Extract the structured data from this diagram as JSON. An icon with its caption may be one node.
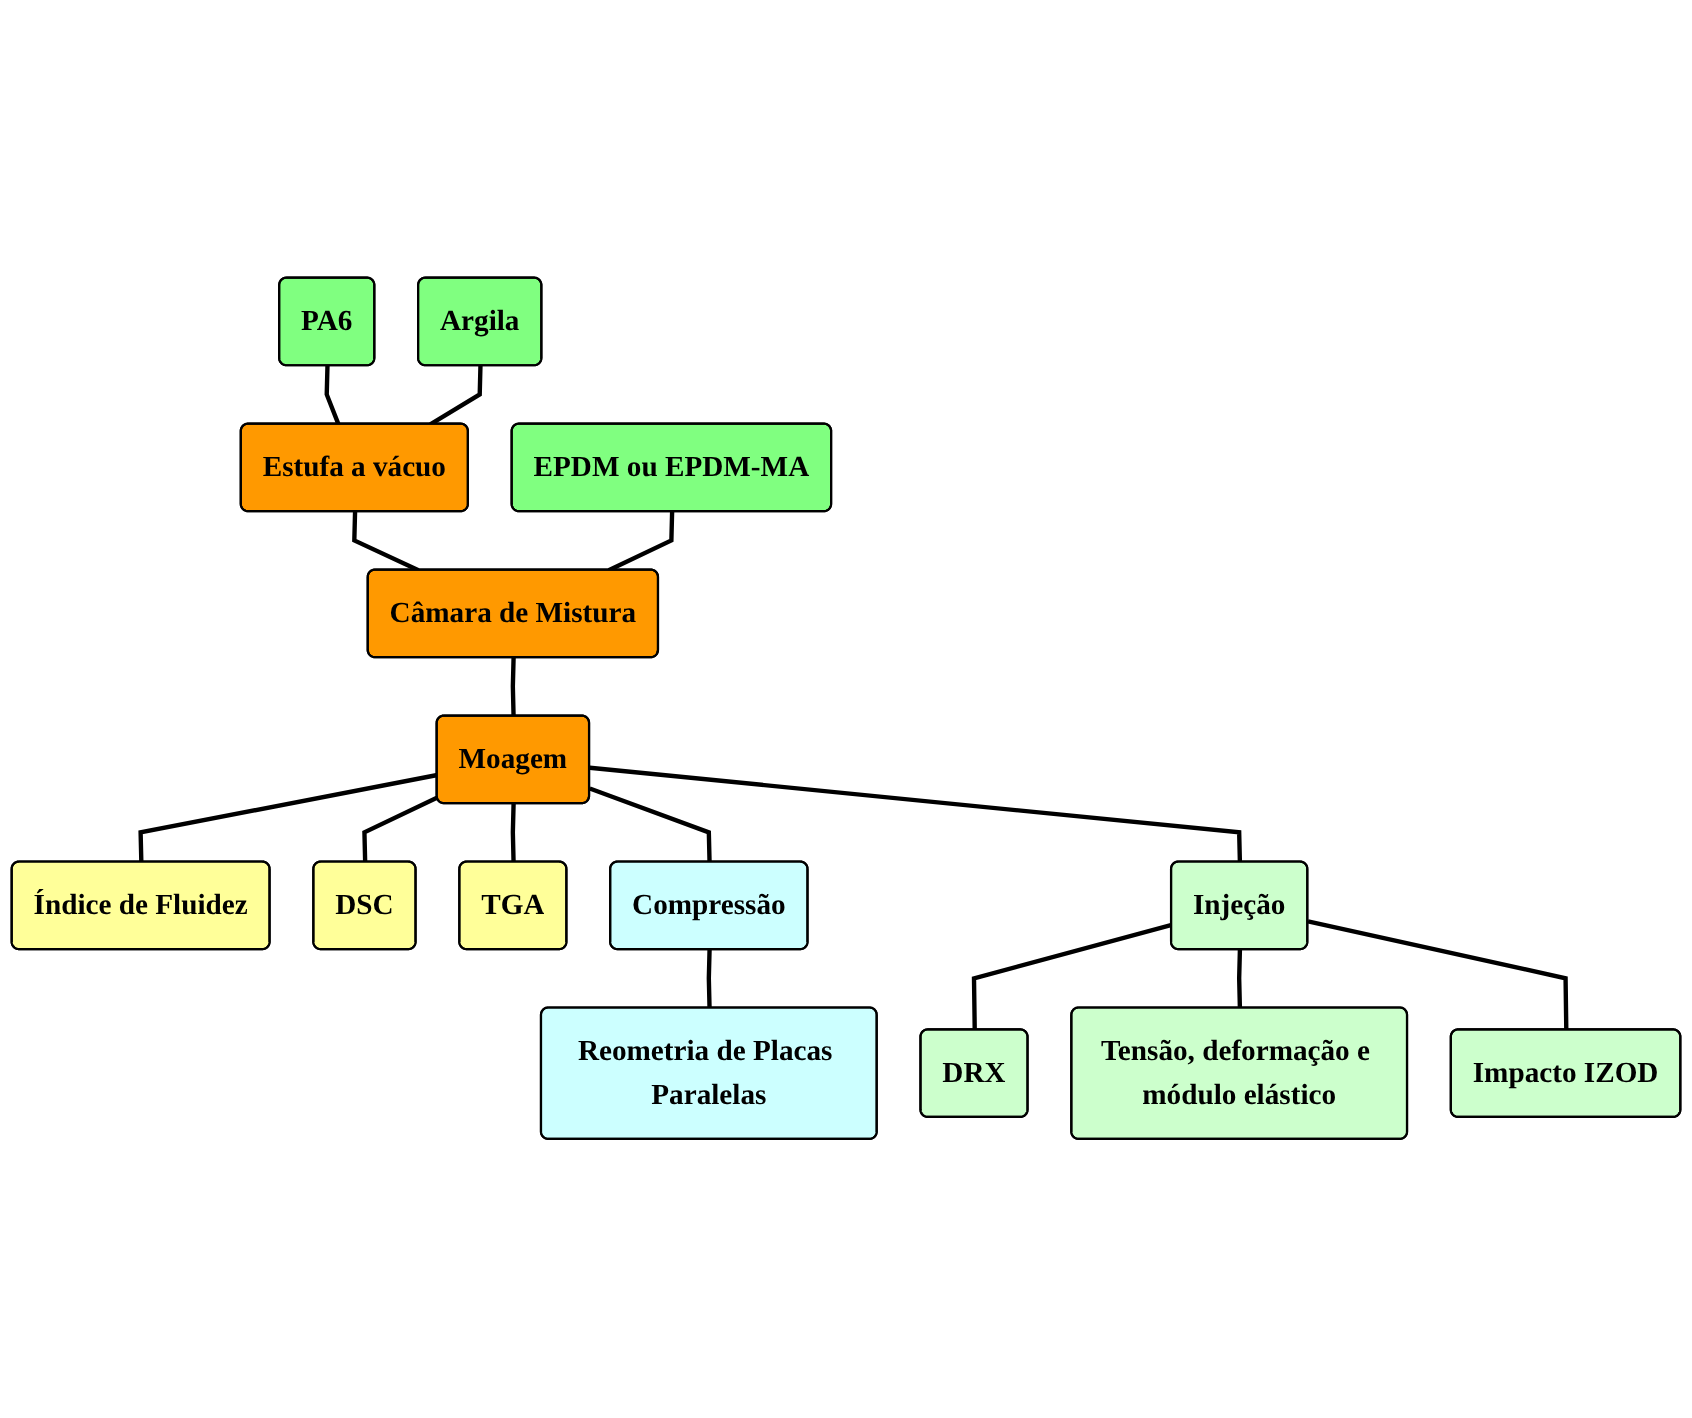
{
  "diagram": {
    "nodes": [
      {
        "text": [
          "PA6"
        ]
      },
      {
        "text": [
          "Argila"
        ]
      },
      {
        "text": [
          "Estufa a vácuo"
        ]
      },
      {
        "text": [
          "EPDM ou EPDM-MA"
        ]
      },
      {
        "text": [
          "Câmara de Mistura"
        ]
      },
      {
        "text": [
          "Moagem"
        ]
      },
      {
        "text": [
          "Índice de Fluidez"
        ]
      },
      {
        "text": [
          "DSC"
        ]
      },
      {
        "text": [
          "TGA"
        ]
      },
      {
        "text": [
          "Compressão"
        ]
      },
      {
        "text": [
          "Injeção"
        ]
      },
      {
        "text": [
          "DRX"
        ]
      },
      {
        "text": [
          "Reometria de Placas Paralelas"
        ]
      },
      {
        "text": [
          "Tensão, deformação e módulo elástico"
        ]
      },
      {
        "text": [
          "Impacto IZOD"
        ]
      }
    ],
    "edges": [
      {
        "from": 0,
        "to": 2,
        "arrow": "none"
      },
      {
        "from": 1,
        "to": 2,
        "arrow": "none"
      },
      {
        "from": 2,
        "to": 4,
        "arrow": "none"
      },
      {
        "from": 3,
        "to": 4,
        "arrow": "none"
      },
      {
        "from": 4,
        "to": 5,
        "arrow": "none"
      },
      {
        "from": 5,
        "to": 6,
        "arrow": "none"
      },
      {
        "from": 5,
        "to": 7,
        "arrow": "none"
      },
      {
        "from": 5,
        "to": 8,
        "arrow": "none"
      },
      {
        "from": 5,
        "to": 9,
        "arrow": "none"
      },
      {
        "from": 5,
        "to": 10,
        "arrow": "none"
      },
      {
        "from": 9,
        "to": 12,
        "arrow": "none"
      },
      {
        "from": 10,
        "to": 11,
        "arrow": "none"
      },
      {
        "from": 10,
        "to": 13,
        "arrow": "none"
      },
      {
        "from": 10,
        "to": 14,
        "arrow": "none"
      }
    ]
  }
}
